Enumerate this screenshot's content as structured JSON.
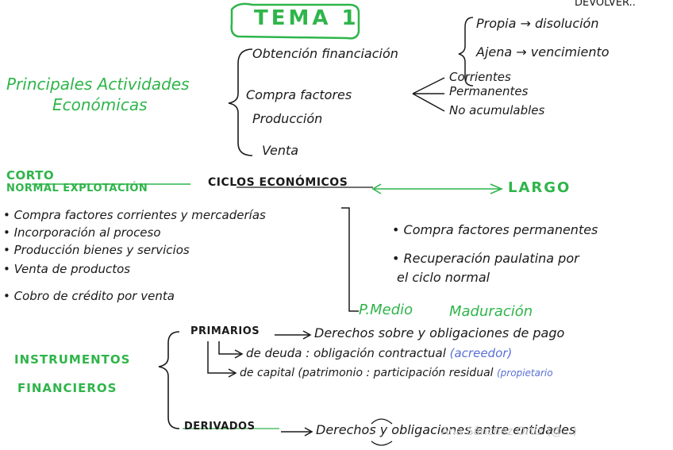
{
  "header": {
    "title": "TEMA 1",
    "corner_note": "DEVOLVER.."
  },
  "section_actividades": {
    "label_line1": "Principales Actividades",
    "label_line2": "Económicas",
    "items": [
      "Obtención financiación",
      "Compra factores",
      "Producción",
      "Venta"
    ],
    "financiacion_sub": [
      "Propia → disolución",
      "Ajena → vencimiento"
    ],
    "factores_sub": [
      "Corrientes",
      "Permanentes",
      "No acumulables"
    ]
  },
  "section_ciclos": {
    "corto_label": "CORTO",
    "normal_label": "NORMAL EXPLOTACIÓN",
    "center_label": "CICLOS ECONÓMICOS",
    "largo_label": "LARGO",
    "corto_items": [
      "Compra factores corrientes y mercaderías",
      "Incorporación al proceso",
      "Producción bienes y servicios",
      "Venta de productos",
      "Cobro de crédito por venta"
    ],
    "largo_items": [
      "Compra factores permanentes",
      "Recuperación paulatina por",
      "el ciclo normal"
    ],
    "periodo_medio": "P.Medio",
    "maduracion": "Maduración"
  },
  "section_instrumentos": {
    "label_line1": "INSTRUMENTOS",
    "label_line2": "FINANCIEROS",
    "primarios_label": "PRIMARIOS",
    "primarios_text": "Derechos sobre y obligaciones de pago",
    "deuda_text": "de deuda : obligación contractual",
    "deuda_note": "(acreedor)",
    "capital_text": "de capital (patrimonio : participación residual",
    "capital_note": "(propietario",
    "derivados_label": "DERIVADOS",
    "derivados_text": "Derechos y obligaciones entre entidades",
    "watermark": "Ana Sánchez Ortiz (@...)"
  },
  "colors": {
    "accent_green": "#2fb54a",
    "accent_blue": "#5a6fd6",
    "ink": "#1a1a1a"
  }
}
